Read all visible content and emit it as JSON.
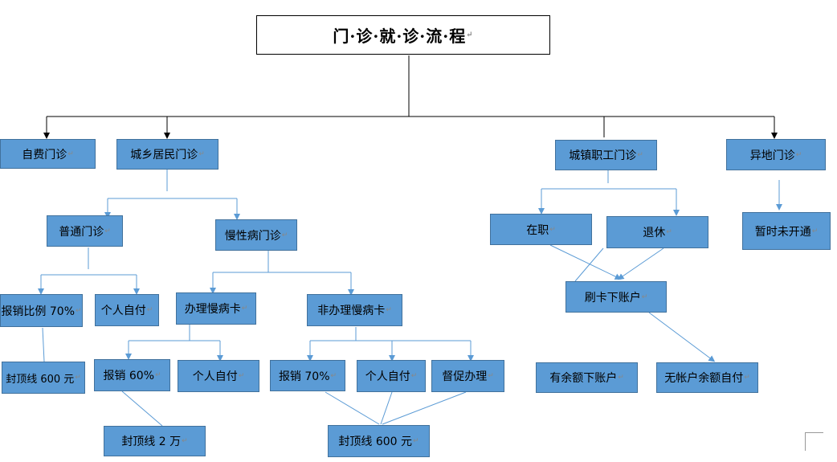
{
  "title": "门·诊·就·诊·流·程",
  "nodes": {
    "zifei": "自费门诊",
    "chengxiang": "城乡居民门诊",
    "zhigong": "城镇职工门诊",
    "yidi": "异地门诊",
    "putong": "普通门诊",
    "manxing": "慢性病门诊",
    "baoxiao70": "报销比例 70%",
    "gerenzifu1": "个人自付",
    "fengding600a": "封顶线 600 元",
    "banli": "办理慢病卡",
    "feibanli": "非办理慢病卡",
    "baoxiao60": "报销 60%",
    "gerenzifu2": "个人自付",
    "fengding2wan": "封顶线 2 万",
    "baoxiao70b": "报销 70%",
    "gerenzifu3": "个人自付",
    "ducu": "督促办理",
    "fengding600b": "封顶线 600 元",
    "zaizhi": "在职",
    "tuixiu": "退休",
    "shuaka": "刷卡下账户",
    "youyue": "有余额下账户",
    "wuzhanghu": "无帐户余额自付",
    "zanshi": "暂时未开通"
  },
  "colors": {
    "node_fill": "#5b9bd5",
    "node_border": "#41719c",
    "connector_blue": "#5b9bd5",
    "connector_black": "#000000"
  }
}
